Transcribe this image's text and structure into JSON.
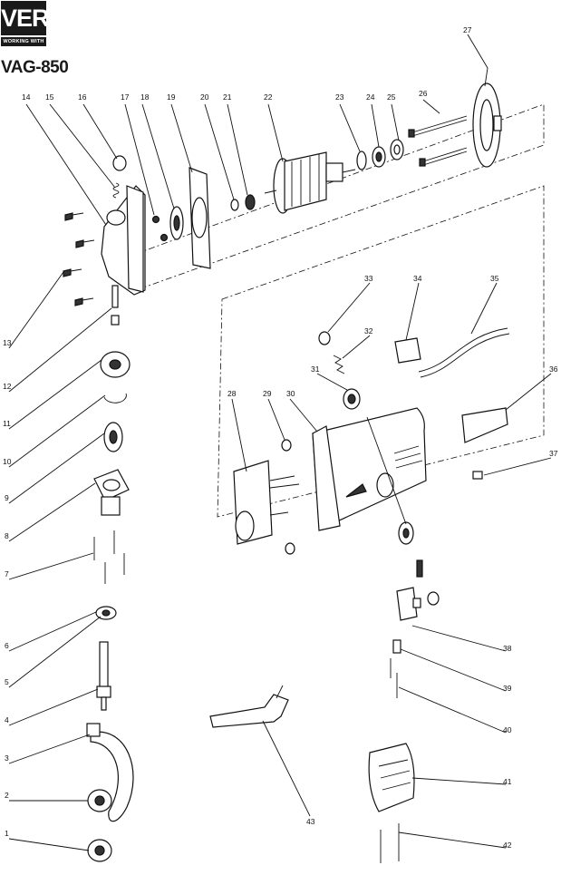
{
  "brand": {
    "name": "VERX",
    "tagline": "WORKING WITH YOU",
    "model": "VAG-850"
  },
  "callouts": [
    "1",
    "2",
    "3",
    "4",
    "5",
    "6",
    "7",
    "8",
    "9",
    "10",
    "11",
    "12",
    "13",
    "14",
    "15",
    "16",
    "17",
    "18",
    "19",
    "20",
    "21",
    "22",
    "23",
    "24",
    "25",
    "26",
    "27",
    "28",
    "29",
    "30",
    "31",
    "32",
    "33",
    "34",
    "35",
    "36",
    "37",
    "38",
    "39",
    "40",
    "41",
    "42",
    "43"
  ]
}
